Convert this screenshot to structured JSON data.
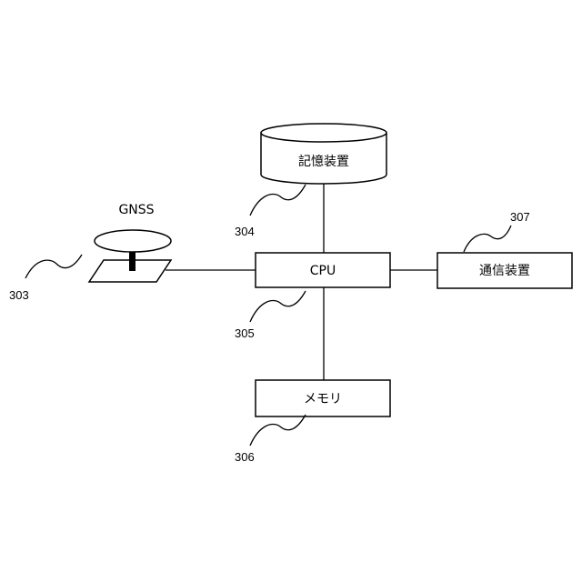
{
  "gnss": {
    "label": "GNSS",
    "ref": "303"
  },
  "storage": {
    "label": "記憶装置",
    "ref": "304"
  },
  "cpu": {
    "label": "CPU",
    "ref": "305"
  },
  "memory": {
    "label": "メモリ",
    "ref": "306"
  },
  "comm": {
    "label": "通信装置",
    "ref": "307"
  }
}
